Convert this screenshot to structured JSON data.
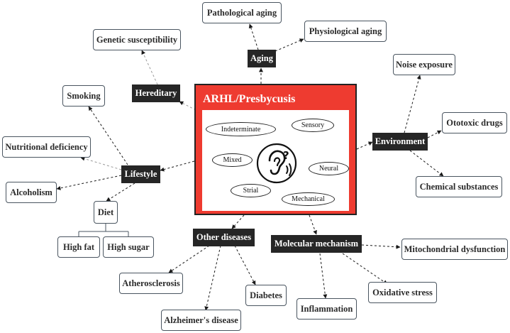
{
  "center": {
    "title": "ARHL/Presbycusis",
    "types": [
      "Indeterminate",
      "Sensory",
      "Mixed",
      "Neural",
      "Strial",
      "Mechanical"
    ],
    "icon": "ear-question-icon"
  },
  "categories": {
    "aging": "Aging",
    "hereditary": "Hereditary",
    "lifestyle": "Lifestyle",
    "environment": "Environment",
    "other_diseases": "Other diseases",
    "molecular": "Molecular mechanism"
  },
  "factors": {
    "pathological_aging": "Pathological aging",
    "physiological_aging": "Physiological aging",
    "genetic_susceptibility": "Genetic susceptibility",
    "smoking": "Smoking",
    "nutritional_deficiency": "Nutritional deficiency",
    "alcoholism": "Alcoholism",
    "diet": "Diet",
    "high_fat": "High fat",
    "high_sugar": "High sugar",
    "noise_exposure": "Noise exposure",
    "ototoxic_drugs": "Ototoxic drugs",
    "chemical_substances": "Chemical substances",
    "atherosclerosis": "Atherosclerosis",
    "diabetes": "Diabetes",
    "alzheimers": "Alzheimer's disease",
    "mitochondrial": "Mitochondrial dysfunction",
    "oxidative_stress": "Oxidative stress",
    "inflammation": "Inflammation"
  },
  "colors": {
    "center_fill": "#ee3b30",
    "category_fill": "#262626",
    "leaf_border": "#4a5560"
  }
}
